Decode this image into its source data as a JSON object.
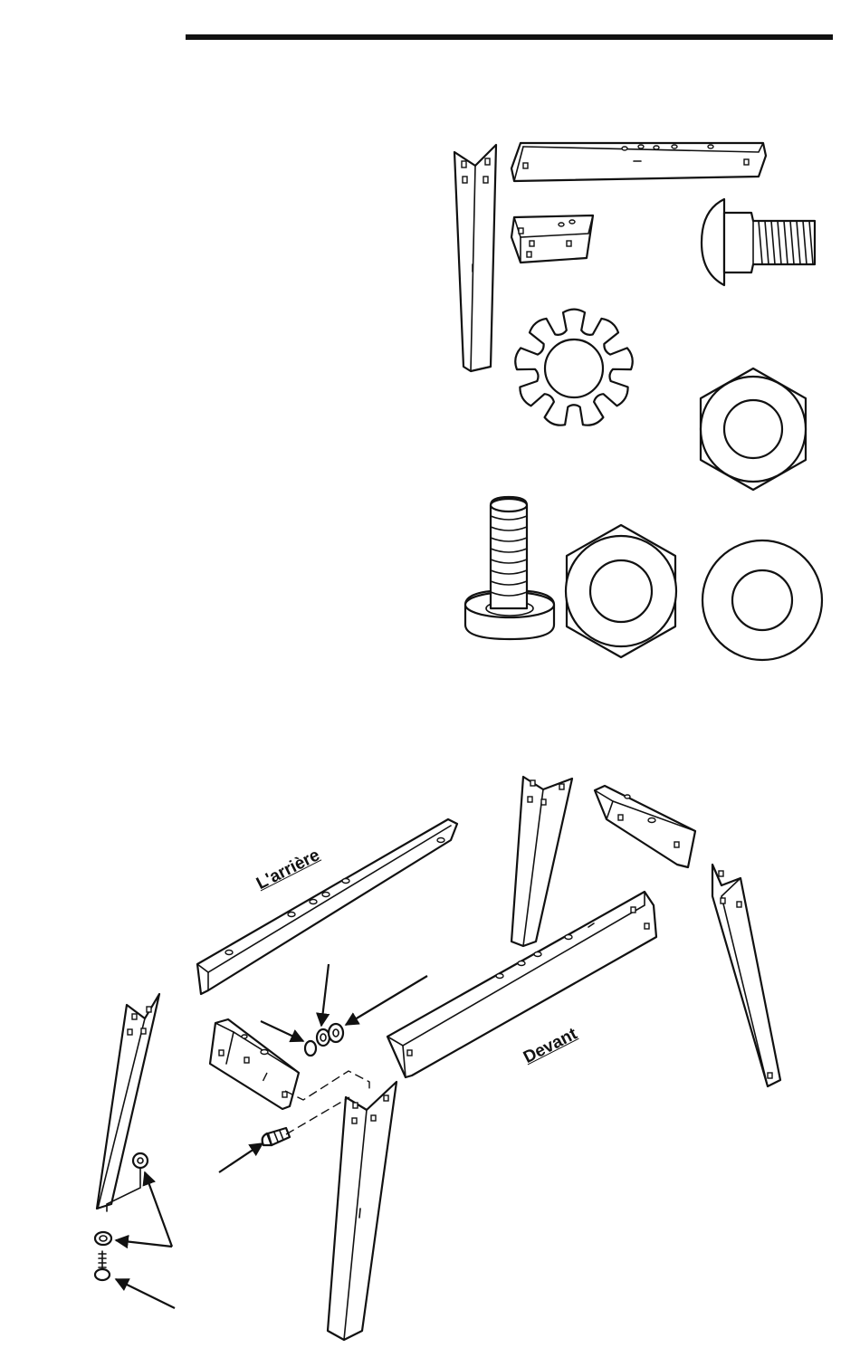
{
  "labels": {
    "rear": "L'arrière",
    "front": "Devant"
  },
  "icons": {
    "header_rule": "header-rule",
    "leg": "angle-leg-icon",
    "long_stretcher": "long-stretcher-icon",
    "short_bracket": "short-bracket-icon",
    "carriage_bolt": "carriage-bolt-icon",
    "star_washer": "star-lock-washer-icon",
    "hex_nut": "hex-nut-icon",
    "leveling_bolt": "leveling-foot-bolt-icon",
    "flat_washer": "flat-washer-icon"
  }
}
